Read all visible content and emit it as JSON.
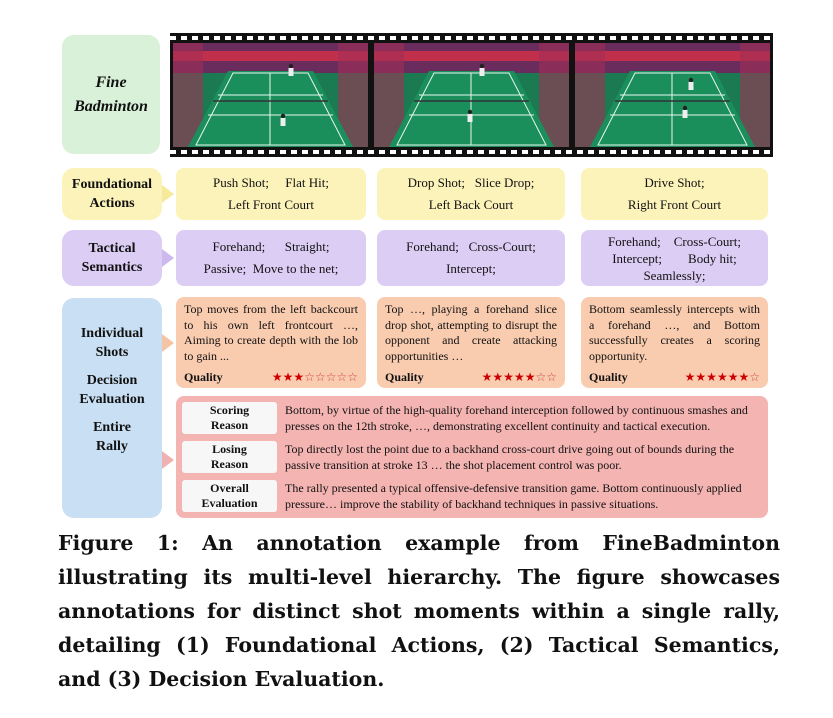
{
  "labels": {
    "fine": [
      "Fine",
      "Badminton"
    ],
    "foundational": [
      "Foundational",
      "Actions"
    ],
    "tactical": [
      "Tactical",
      "Semantics"
    ],
    "decision": {
      "individual": [
        "Individual",
        "Shots"
      ],
      "decision": [
        "Decision",
        "Evaluation"
      ],
      "entire": [
        "Entire",
        "Rally"
      ]
    }
  },
  "frames": [
    "frame-1",
    "frame-2",
    "frame-3"
  ],
  "foundational_actions": [
    [
      "Push Shot;     Flat Hit;",
      "Left Front Court"
    ],
    [
      "Drop Shot;   Slice Drop;",
      "Left Back Court"
    ],
    [
      "Drive Shot;",
      "Right Front Court"
    ]
  ],
  "tactical_semantics": [
    [
      "Forehand;      Straight;",
      "Passive;  Move to the net;"
    ],
    [
      "Forehand;   Cross-Court;",
      "Intercept;"
    ],
    [
      "Forehand;    Cross-Court;",
      "Intercept;        Body hit;",
      "Seamlessly;"
    ]
  ],
  "shots": [
    {
      "text": "Top moves from the left backcourt to his own left frontcourt …, Aiming to create depth with the lob to gain ...",
      "quality_label": "Quality",
      "stars": 3,
      "max_stars": 8
    },
    {
      "text": "Top …, playing a forehand slice drop shot, attempting to disrupt the opponent and create attacking opportunities …",
      "quality_label": "Quality",
      "stars": 5,
      "max_stars": 7
    },
    {
      "text": "Bottom seamlessly intercepts with a forehand …, and Bottom successfully creates a scoring opportunity.",
      "quality_label": "Quality",
      "stars": 6,
      "max_stars": 7
    }
  ],
  "rally": [
    {
      "label": [
        "Scoring",
        "Reason"
      ],
      "text": "Bottom, by virtue of the high-quality forehand interception followed by continuous smashes and presses on the 12th stroke, …, demonstrating excellent continuity and tactical execution."
    },
    {
      "label": [
        "Losing",
        "Reason"
      ],
      "text": "Top directly lost the point due to a backhand cross-court drive going out of bounds during the passive transition at stroke 13 … the shot placement control was poor."
    },
    {
      "label": [
        "Overall",
        "Evaluation"
      ],
      "text": "The rally presented a typical offensive-defensive transition game. Bottom continuously applied pressure… improve the stability of backhand techniques in passive situations."
    }
  ],
  "caption": "Figure 1: An annotation example from FineBadminton illustrating its multi-level hierarchy. The figure showcases annotations for distinct shot moments within a single rally, detailing (1) Foundational Actions, (2) Tactical Semantics, and (3) Decision Evaluation.",
  "colors": {
    "fine": "#d9f0d9",
    "foundational": "#fbf3b9",
    "tactical": "#dccdf5",
    "decision": "#c9e0f4",
    "shot": "#f9ccb0",
    "rally": "#f3b4b2",
    "star": "#cc0000"
  }
}
